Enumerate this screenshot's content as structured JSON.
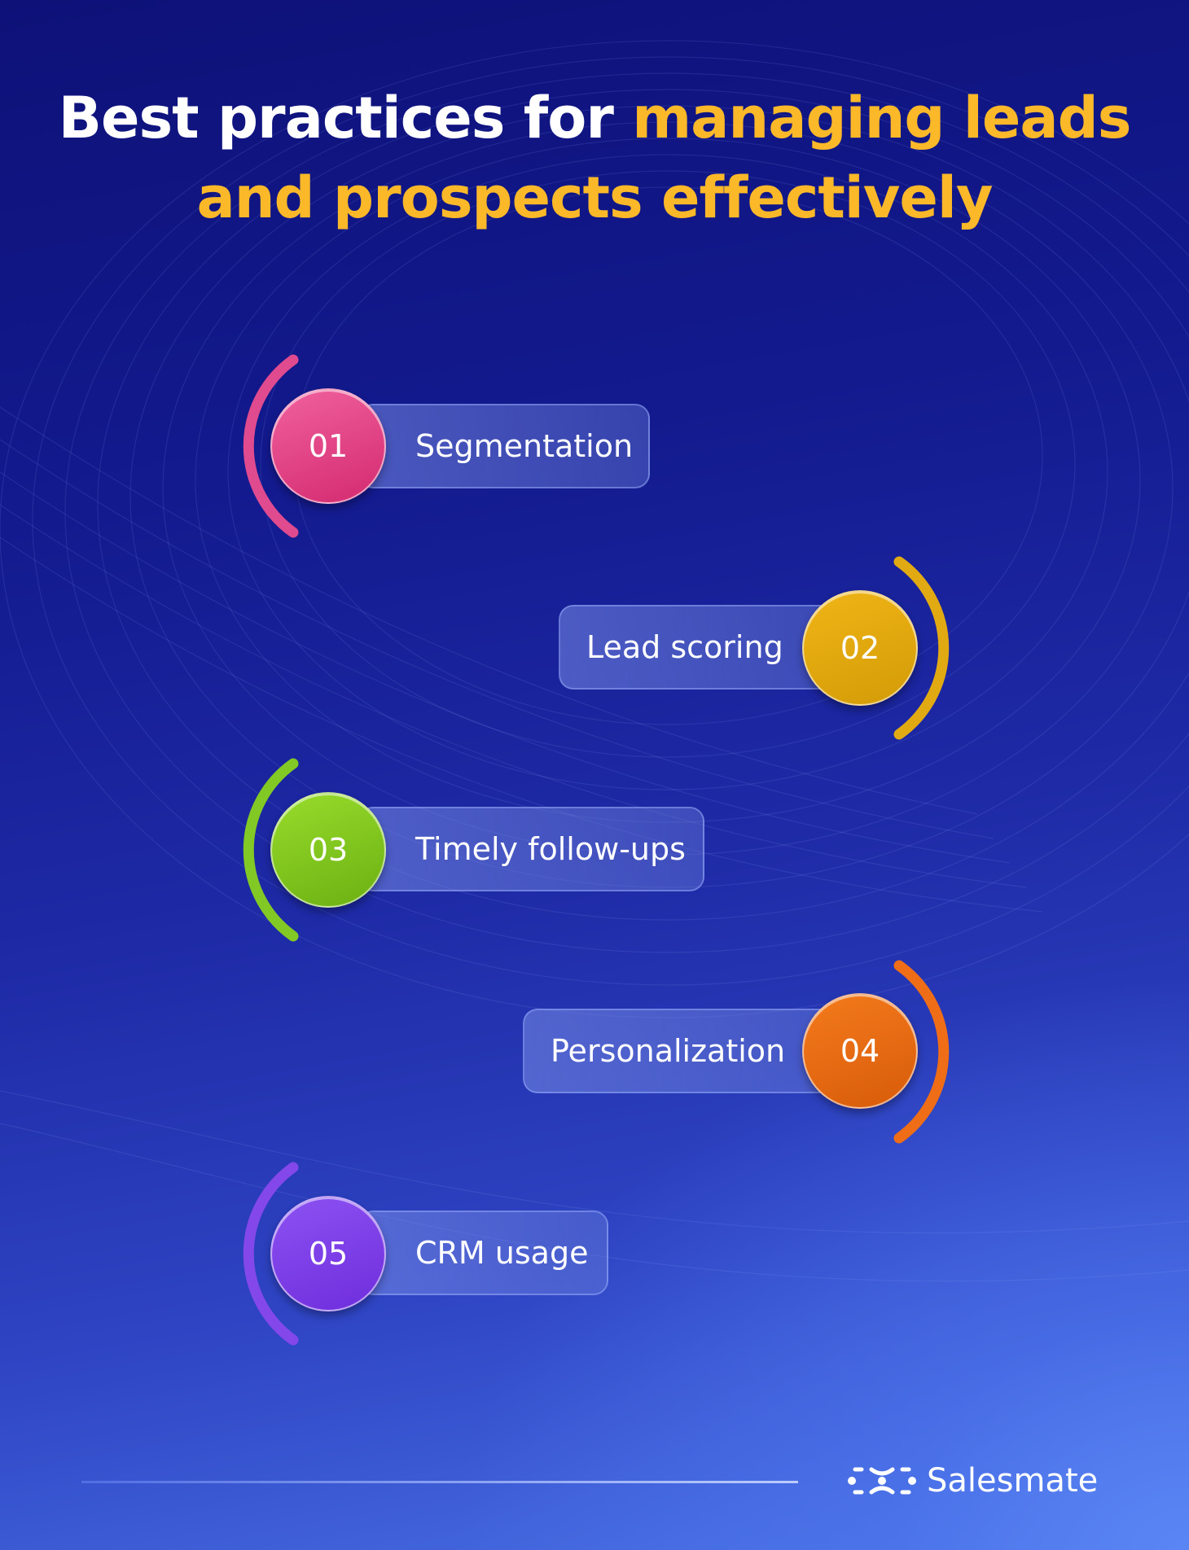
{
  "title": {
    "part1": "Best practices for ",
    "highlight1": "managing leads",
    "highlight2": "and prospects effectively",
    "highlight_color": "#fbb829"
  },
  "items": [
    {
      "number": "01",
      "label": "Segmentation",
      "color": "#e23f86",
      "side": "left"
    },
    {
      "number": "02",
      "label": "Lead scoring",
      "color": "#e0a90f",
      "side": "right"
    },
    {
      "number": "03",
      "label": "Timely follow-ups",
      "color": "#7cc61e",
      "side": "left"
    },
    {
      "number": "04",
      "label": "Personalization",
      "color": "#ea6a12",
      "side": "right"
    },
    {
      "number": "05",
      "label": "CRM usage",
      "color": "#7f3ee8",
      "side": "left"
    }
  ],
  "footer": {
    "brand": "Salesmate",
    "logo_icon": "salesmate-logo-icon"
  }
}
